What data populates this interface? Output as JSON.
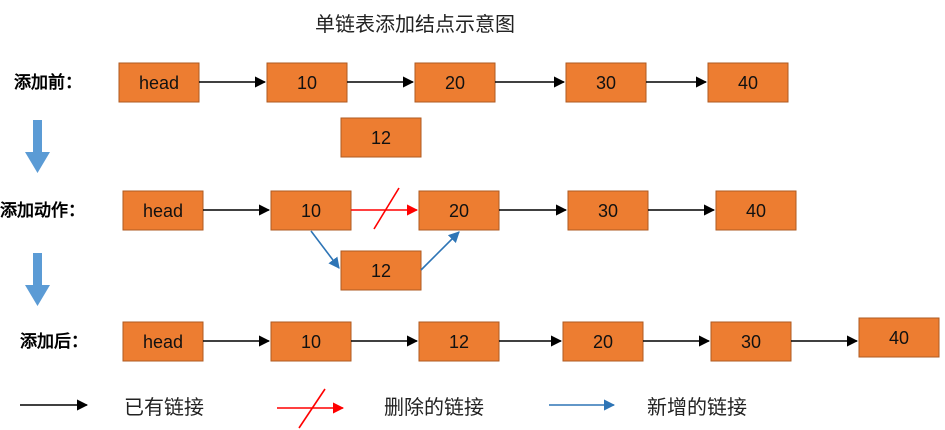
{
  "title": "单链表添加结点示意图",
  "rows": [
    {
      "label": "添加前：",
      "nodes": [
        "head",
        "10",
        "20",
        "30",
        "40"
      ],
      "pending_node": "12"
    },
    {
      "label": "添加动作：",
      "nodes": [
        "head",
        "10",
        "20",
        "30",
        "40"
      ],
      "inserted_node": "12"
    },
    {
      "label": "添加后：",
      "nodes": [
        "head",
        "10",
        "12",
        "20",
        "30",
        "40"
      ]
    }
  ],
  "legend": {
    "existing": "已有链接",
    "deleted": "删除的链接",
    "new": "新增的链接"
  },
  "colors": {
    "node_fill": "#ED7D31",
    "node_border": "#AE5A21",
    "existing_link": "#000000",
    "deleted_link": "#FF0000",
    "new_link": "#2E75B6",
    "step_arrow": "#5B9BD5"
  }
}
